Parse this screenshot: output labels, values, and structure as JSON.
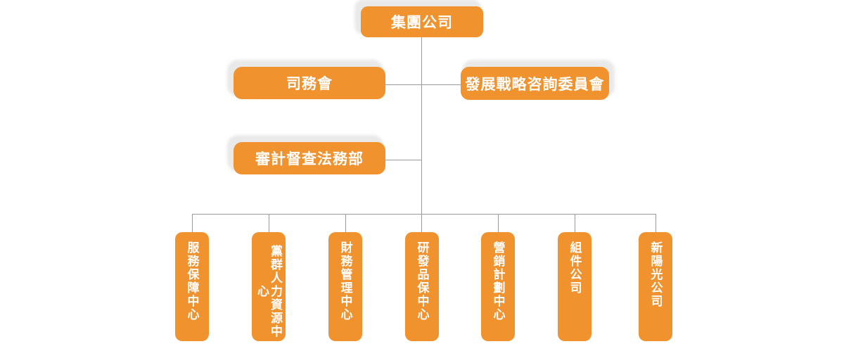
{
  "org_chart": {
    "root": {
      "label": "集團公司"
    },
    "level2": [
      {
        "label": "司務會"
      },
      {
        "label": "發展戰略咨詢委員會"
      }
    ],
    "level3": [
      {
        "label": "審計督查法務部"
      }
    ],
    "departments": [
      {
        "label": "服務保障中心"
      },
      {
        "label": "黨群人力資源中心"
      },
      {
        "label": "財務管理中心"
      },
      {
        "label": "研發品保中心"
      },
      {
        "label": "營銷計劃中心"
      },
      {
        "label": "組件公司"
      },
      {
        "label": "新陽光公司"
      }
    ]
  },
  "colors": {
    "box_fill": "#F0922D",
    "box_text": "#FFFFFF",
    "connector_line": "#9A9A9A",
    "box_shadow": "#E9E9E9",
    "background": "#FFFFFF"
  }
}
